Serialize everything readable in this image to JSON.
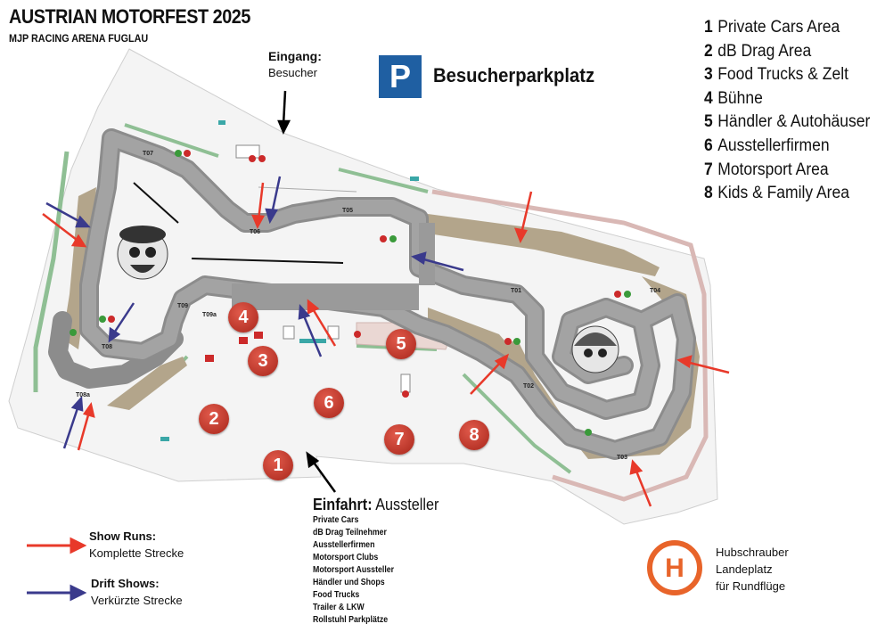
{
  "header": {
    "title": "AUSTRIAN MOTORFEST 2025",
    "subtitle": "MJP RACING ARENA FUGLAU"
  },
  "legend": {
    "areas": [
      {
        "number": "1",
        "label": "Private Cars Area"
      },
      {
        "number": "2",
        "label": "dB Drag Area"
      },
      {
        "number": "3",
        "label": "Food Trucks & Zelt"
      },
      {
        "number": "4",
        "label": "Bühne"
      },
      {
        "number": "5",
        "label": "Händler & Autohäuser"
      },
      {
        "number": "6",
        "label": "Ausstellerfirmen"
      },
      {
        "number": "7",
        "label": "Motorsport Area"
      },
      {
        "number": "8",
        "label": "Kids & Family Area"
      }
    ]
  },
  "visitor_entrance": {
    "title": "Eingang:",
    "subtitle": "Besucher"
  },
  "parking": {
    "icon_letter": "P",
    "label": "Besucherparkplatz"
  },
  "exhibitor_entrance": {
    "title": "Einfahrt:",
    "title_rest": "Aussteller",
    "items": [
      "Private Cars",
      "dB Drag Teilnehmer",
      "Ausstellerfirmen",
      "Motorsport Clubs",
      "Motorsport Aussteller",
      "Händler und Shops",
      "Food Trucks",
      "Trailer & LKW",
      "Rollstuhl Parkplätze"
    ]
  },
  "arrow_legend": {
    "show_runs_title": "Show Runs:",
    "show_runs_desc": "Komplette Strecke",
    "drift_title": "Drift Shows:",
    "drift_desc": "Verkürzte Strecke"
  },
  "helipad": {
    "icon_letter": "H",
    "line1": "Hubschrauber",
    "line2": "Landeplatz",
    "line3": "für Rundflüge"
  },
  "badges": [
    "1",
    "2",
    "3",
    "4",
    "5",
    "6",
    "7",
    "8"
  ],
  "turns": [
    "T01",
    "T02",
    "T03",
    "T04",
    "T05",
    "T06",
    "T07",
    "T08",
    "T08a",
    "T09",
    "T09a"
  ],
  "colors": {
    "show_runs_arrow": "#e8392a",
    "drift_arrow": "#3a3a8c",
    "badge": "#b93227",
    "parking_sign": "#1f5fa2",
    "helipad": "#e8642a",
    "track_asphalt": "#9a9a9a",
    "runoff_gravel": "#b3a58b",
    "barrier_green": "#8fbf94",
    "barrier_pink": "#d9b8b5"
  }
}
